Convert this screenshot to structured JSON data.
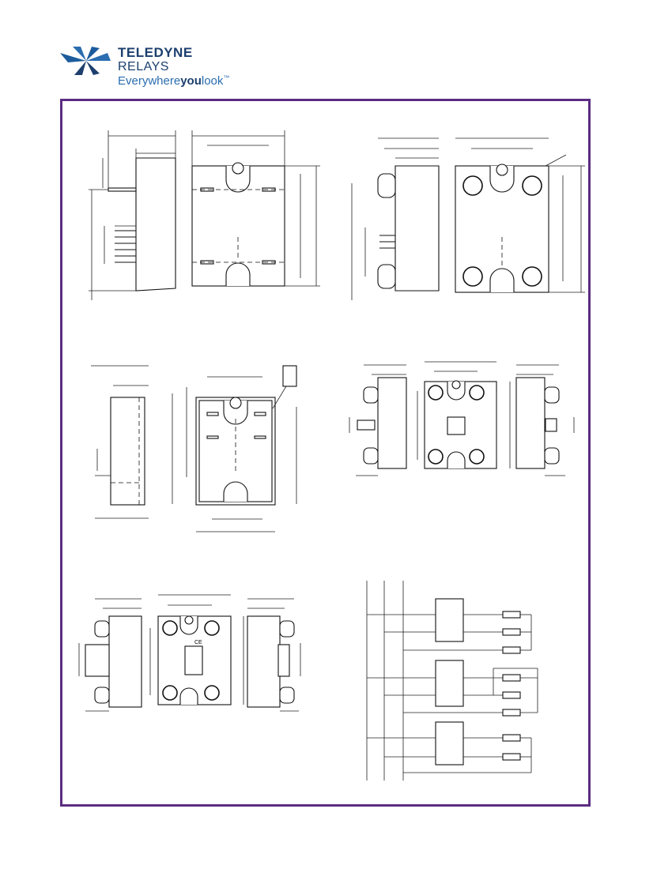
{
  "header": {
    "brand_line1": "TELEDYNE",
    "brand_line2": "RELAYS",
    "tagline_pre": "Everywhere",
    "tagline_bold": "you",
    "tagline_post": "look",
    "tagline_mark": "™"
  },
  "frame": {
    "border_color": "#5b2c82"
  },
  "drawings": [
    {
      "name": "outline-diagram-top-left"
    },
    {
      "name": "outline-diagram-top-right"
    },
    {
      "name": "outline-diagram-middle-left"
    },
    {
      "name": "outline-diagram-middle-right"
    },
    {
      "name": "outline-diagram-bottom-left"
    },
    {
      "name": "wiring-diagram-bottom-right"
    }
  ],
  "labels": {
    "ce_mark": "CE"
  },
  "colors": {
    "brand_dark": "#1c3f6e",
    "brand_light": "#2a6db0",
    "frame": "#5b2c82"
  }
}
